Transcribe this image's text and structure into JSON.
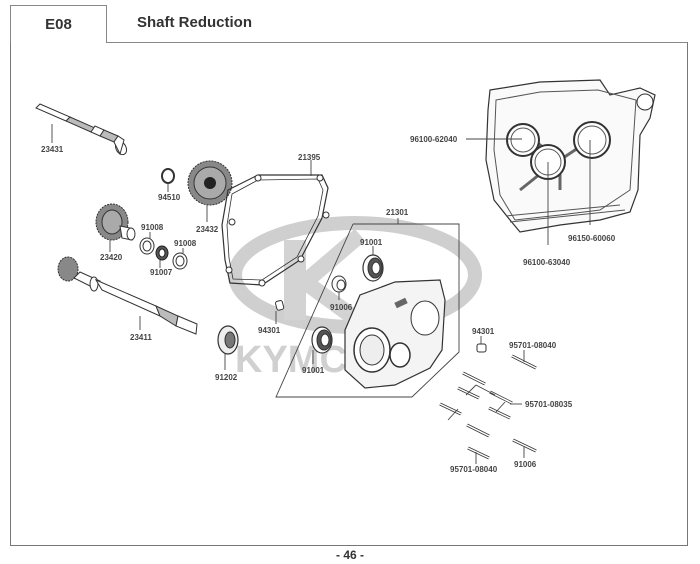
{
  "header": {
    "section_code": "E08",
    "title": "Shaft Reduction"
  },
  "watermark": {
    "brand": "KYMCO",
    "color": "#cccccc"
  },
  "parts": [
    {
      "id": "p23431",
      "number": "23431",
      "description_icon": "drive-shaft"
    },
    {
      "id": "p94510",
      "number": "94510",
      "description_icon": "circlip"
    },
    {
      "id": "p23432",
      "number": "23432",
      "description_icon": "gear"
    },
    {
      "id": "p21395",
      "number": "21395",
      "description_icon": "gasket"
    },
    {
      "id": "p23420",
      "number": "23420",
      "description_icon": "gear"
    },
    {
      "id": "p91008a",
      "number": "91008",
      "description_icon": "washer"
    },
    {
      "id": "p91008b",
      "number": "91008",
      "description_icon": "washer"
    },
    {
      "id": "p91007",
      "number": "91007",
      "description_icon": "bearing"
    },
    {
      "id": "p23411",
      "number": "23411",
      "description_icon": "final-shaft"
    },
    {
      "id": "p94301a",
      "number": "94301",
      "description_icon": "dowel-pin"
    },
    {
      "id": "p91202",
      "number": "91202",
      "description_icon": "oil-seal"
    },
    {
      "id": "p21301",
      "number": "21301",
      "description_icon": "cover-assembly"
    },
    {
      "id": "p91001a",
      "number": "91001",
      "description_icon": "bearing"
    },
    {
      "id": "p91006a",
      "number": "91006",
      "description_icon": "bearing"
    },
    {
      "id": "p91001b",
      "number": "91001",
      "description_icon": "bearing"
    },
    {
      "id": "p94301b",
      "number": "94301",
      "description_icon": "dowel-pin"
    },
    {
      "id": "p95701_08040a",
      "number": "95701-08040",
      "description_icon": "bolt"
    },
    {
      "id": "p95701_08035",
      "number": "95701-08035",
      "description_icon": "bolt"
    },
    {
      "id": "p95701_08040b",
      "number": "95701-08040",
      "description_icon": "bolt"
    },
    {
      "id": "p91006b",
      "number": "91006",
      "description_icon": "bolt"
    },
    {
      "id": "p96100_62040",
      "number": "96100-62040",
      "description_icon": "bearing"
    },
    {
      "id": "p96100_63040",
      "number": "96100-63040",
      "description_icon": "bearing"
    },
    {
      "id": "p96150_60060",
      "number": "96150-60060",
      "description_icon": "bearing"
    }
  ],
  "footer": {
    "page_number": "- 46 -"
  }
}
